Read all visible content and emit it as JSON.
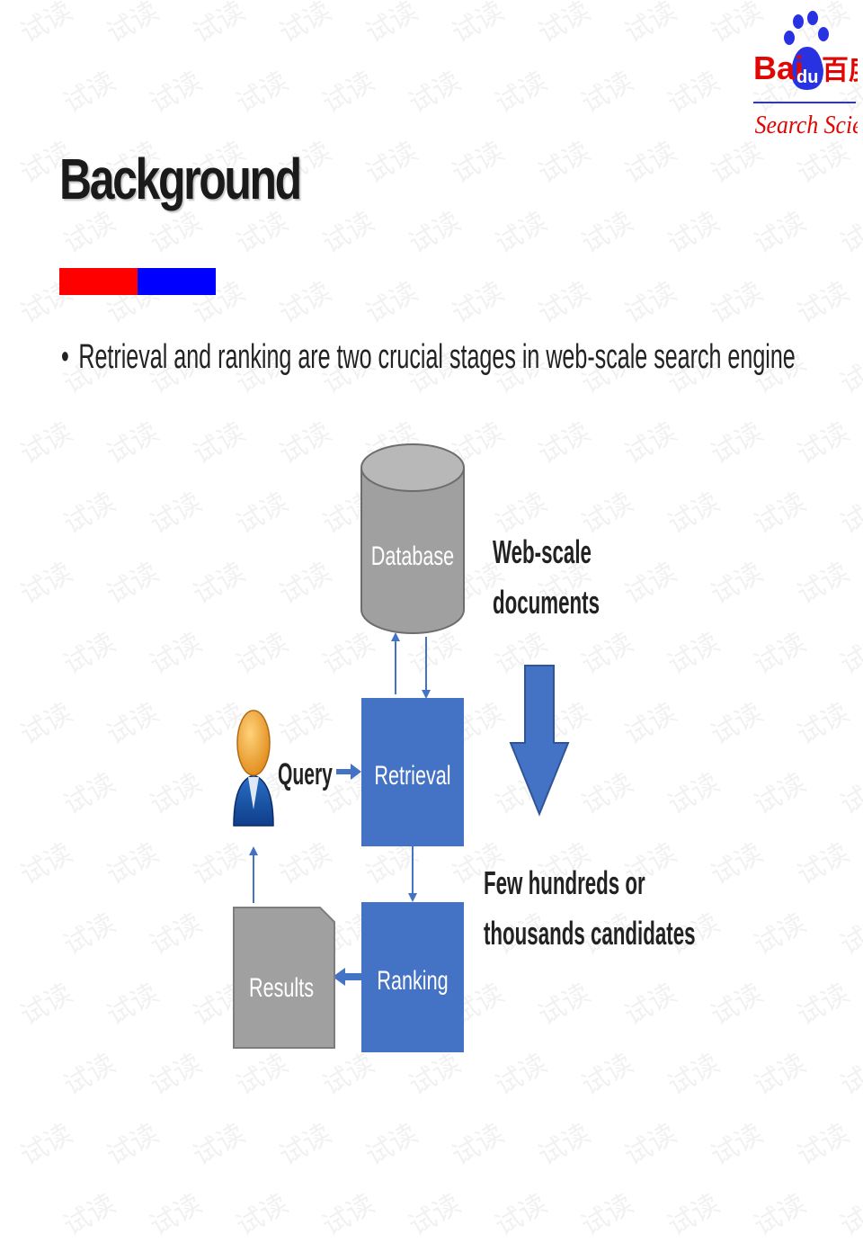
{
  "brand": {
    "logo_text_left": "Bai",
    "logo_text_paw": "du",
    "logo_text_right": "百度",
    "tagline": "Search Science"
  },
  "slide": {
    "title": "Background",
    "bullet": "Retrieval and ranking are two crucial stages in web-scale search engine"
  },
  "watermark": "试读",
  "diagram": {
    "database_label": "Database",
    "retrieval_label": "Retrieval",
    "ranking_label": "Ranking",
    "results_label": "Results",
    "query_label": "Query",
    "web_scale_line1": "Web-scale",
    "web_scale_line2": "documents",
    "candidates_line1": "Few hundreds or",
    "candidates_line2": "thousands candidates"
  },
  "colors": {
    "accent_red": "#ff0000",
    "accent_blue": "#0000ff",
    "box_blue": "#4472c4",
    "box_gray": "#a0a0a0",
    "baidu_red": "#e10602",
    "baidu_blue": "#2932e1"
  }
}
